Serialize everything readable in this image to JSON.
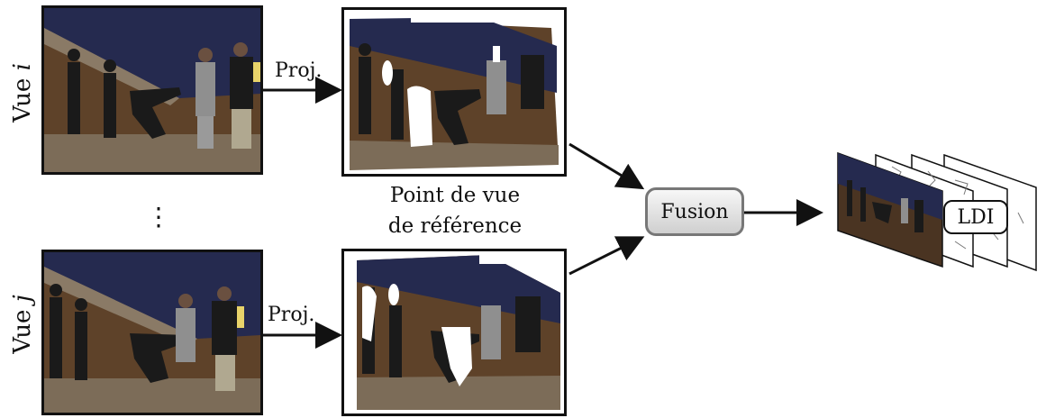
{
  "views": {
    "top_label_prefix": "Vue",
    "top_label_var": "i",
    "bottom_label_prefix": "Vue",
    "bottom_label_var": "j",
    "dots": "⋮"
  },
  "projection": {
    "top_label": "Proj.",
    "bottom_label": "Proj."
  },
  "reference_view": {
    "line1": "Point de vue",
    "line2": "de référence"
  },
  "fusion": {
    "label": "Fusion"
  },
  "ldi": {
    "label": "LDI"
  },
  "colors": {
    "wall_blue": "#2a2f55",
    "wall_brown": "#6b4a2e",
    "floor": "#7a6a55",
    "shirt_yellow": "#e8d36a",
    "stroke": "#111111",
    "fusion_border": "#777777"
  }
}
